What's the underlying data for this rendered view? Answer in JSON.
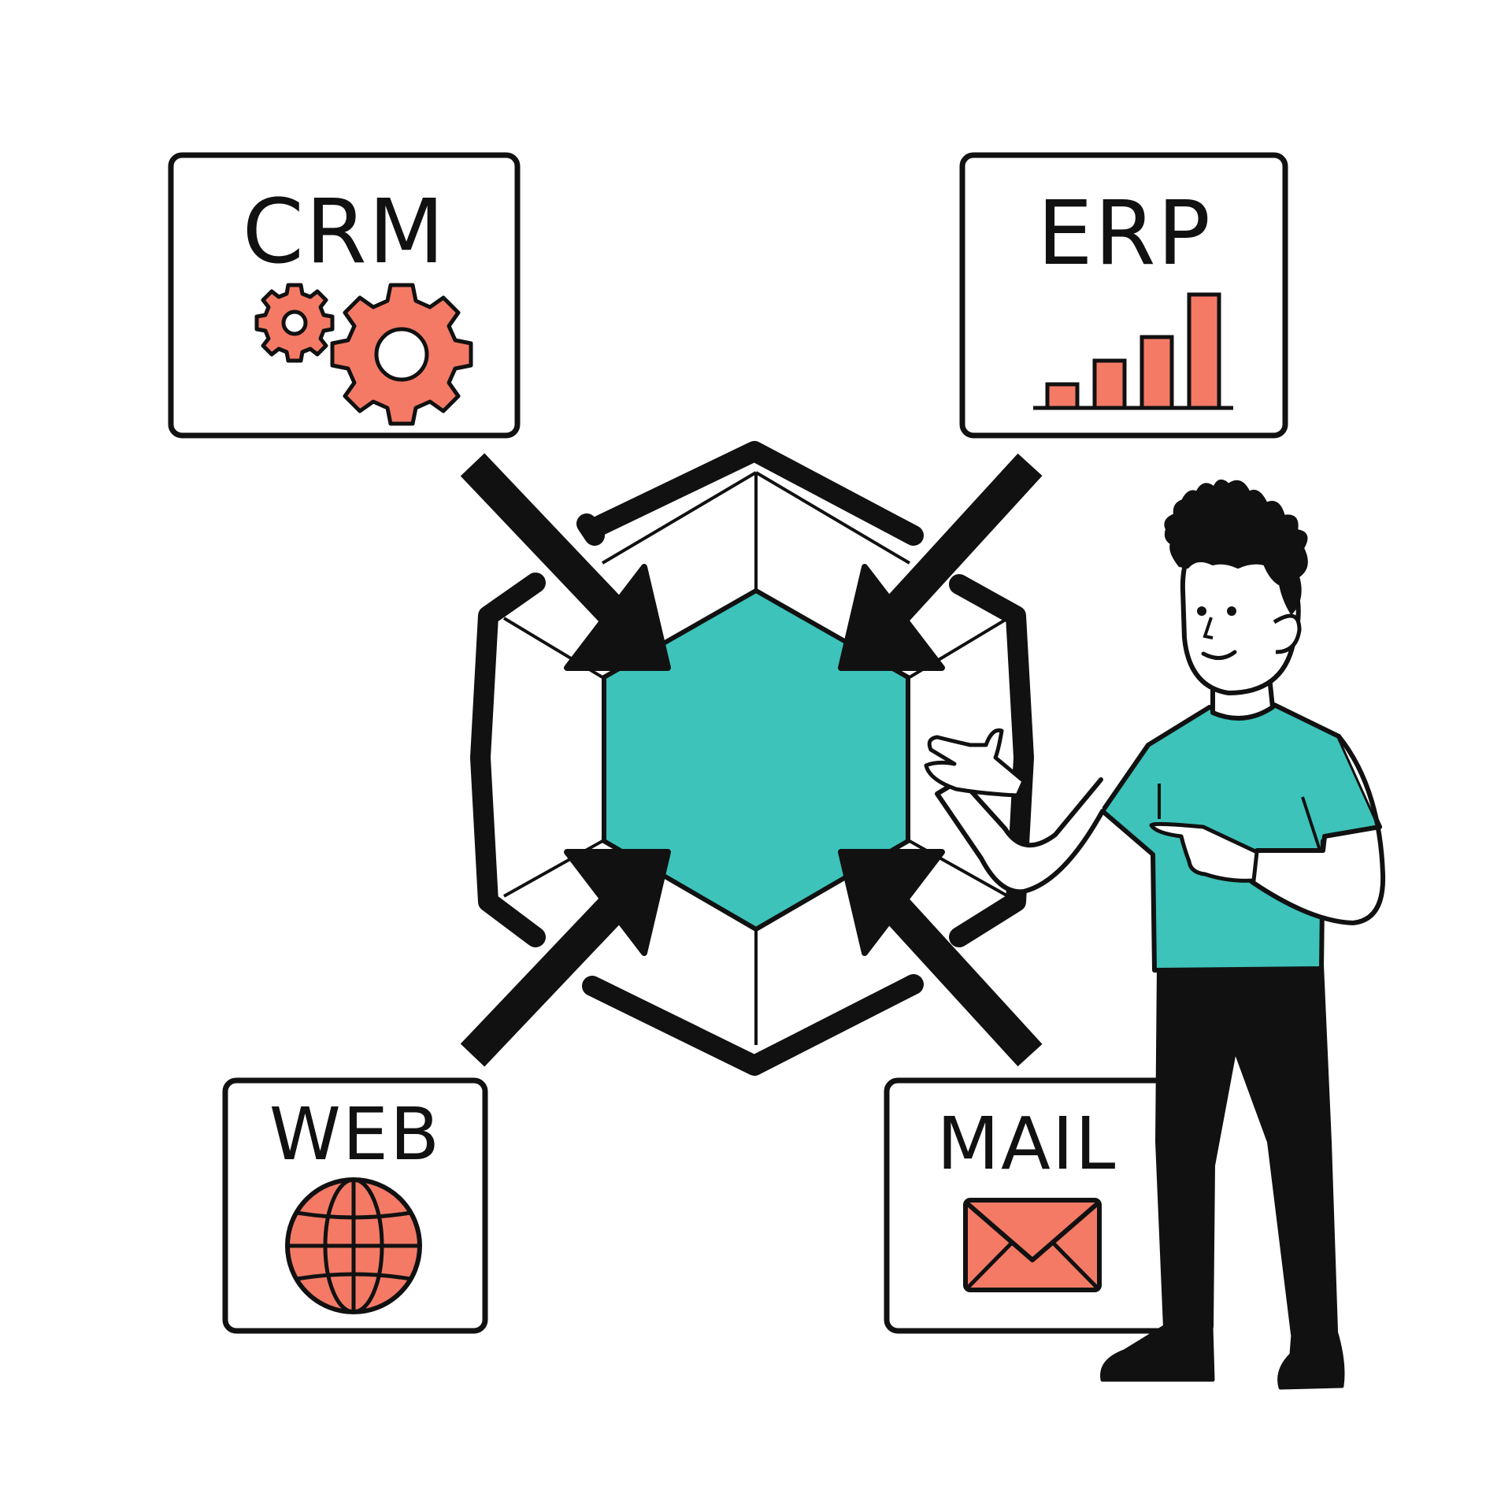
{
  "colors": {
    "ink": "#111111",
    "accent": "#f47a66",
    "teal": "#3dc3ba",
    "paper": "#ffffff"
  },
  "hub": {
    "shape": "hexagon",
    "fill": "#3dc3ba"
  },
  "sources": [
    {
      "id": "crm",
      "label": "CRM",
      "icon": "gears-icon"
    },
    {
      "id": "erp",
      "label": "ERP",
      "icon": "bar-chart-icon"
    },
    {
      "id": "web",
      "label": "WEB",
      "icon": "globe-icon"
    },
    {
      "id": "mail",
      "label": "MAIL",
      "icon": "envelope-icon"
    }
  ],
  "erp_bars": [
    1,
    2,
    3,
    4.8
  ],
  "person": {
    "shirt_color": "#3dc3ba",
    "pants_color": "#111111"
  }
}
